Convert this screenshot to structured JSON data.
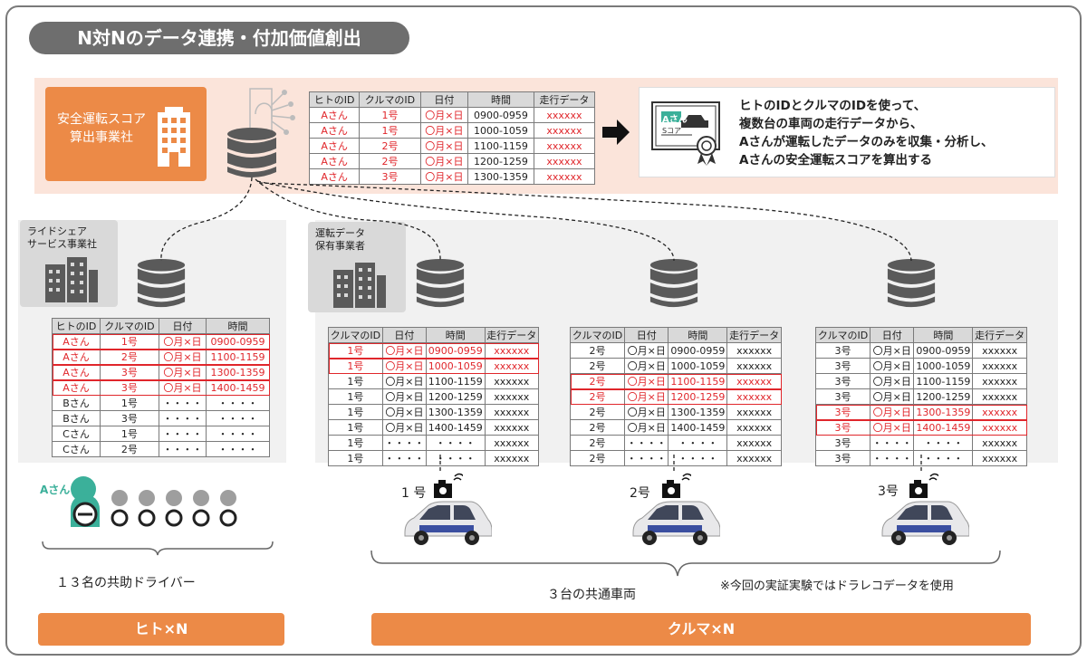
{
  "title": "N対Nのデータ連携・付加価値創出",
  "top": {
    "company": "安全運転スコア\n算出事業社",
    "table": {
      "headers": [
        "ヒトのID",
        "クルマのID",
        "日付",
        "時間",
        "走行データ"
      ],
      "rows": [
        [
          "Aさん",
          "1号",
          "〇月×日",
          "0900-0959",
          "xxxxxx"
        ],
        [
          "Aさん",
          "1号",
          "〇月×日",
          "1000-1059",
          "xxxxxx"
        ],
        [
          "Aさん",
          "2号",
          "〇月×日",
          "1100-1159",
          "xxxxxx"
        ],
        [
          "Aさん",
          "2号",
          "〇月×日",
          "1200-1259",
          "xxxxxx"
        ],
        [
          "Aさん",
          "3号",
          "〇月×日",
          "1300-1359",
          "xxxxxx"
        ]
      ]
    },
    "description": [
      "ヒトのIDとクルマのIDを使って、",
      "複数台の車両の走行データから、",
      "Aさんが運転したデータのみを収集・分析し、",
      "Aさんの安全運転スコアを算出する"
    ],
    "certificate_badge": "Aさん",
    "certificate_score": "Sコア"
  },
  "rideshare": {
    "label": "ライドシェア\nサービス事業社",
    "table": {
      "headers": [
        "ヒトのID",
        "クルマのID",
        "日付",
        "時間"
      ],
      "rows": [
        [
          "Aさん",
          "1号",
          "〇月×日",
          "0900-0959"
        ],
        [
          "Aさん",
          "2号",
          "〇月×日",
          "1100-1159"
        ],
        [
          "Aさん",
          "3号",
          "〇月×日",
          "1300-1359"
        ],
        [
          "Aさん",
          "3号",
          "〇月×日",
          "1400-1459"
        ],
        [
          "Bさん",
          "1号",
          "・・・・",
          "・・・・"
        ],
        [
          "Bさん",
          "3号",
          "・・・・",
          "・・・・"
        ],
        [
          "Cさん",
          "1号",
          "・・・・",
          "・・・・"
        ],
        [
          "Cさん",
          "2号",
          "・・・・",
          "・・・・"
        ]
      ],
      "highlight_rows": [
        0,
        1,
        2,
        3
      ]
    },
    "driver_badge": "Aさん",
    "drivers_caption": "１３名の共助ドライバー",
    "bar": "ヒト×N"
  },
  "vehicle_data": {
    "label": "運転データ\n保有事業者",
    "headers": [
      "クルマのID",
      "日付",
      "時間",
      "走行データ"
    ],
    "tables": [
      {
        "car_label": "1 号",
        "rows": [
          [
            "1号",
            "〇月×日",
            "0900-0959",
            "xxxxxx"
          ],
          [
            "1号",
            "〇月×日",
            "1000-1059",
            "xxxxxx"
          ],
          [
            "1号",
            "〇月×日",
            "1100-1159",
            "xxxxxx"
          ],
          [
            "1号",
            "〇月×日",
            "1200-1259",
            "xxxxxx"
          ],
          [
            "1号",
            "〇月×日",
            "1300-1359",
            "xxxxxx"
          ],
          [
            "1号",
            "〇月×日",
            "1400-1459",
            "xxxxxx"
          ],
          [
            "1号",
            "・・・・",
            "・・・・",
            "xxxxxx"
          ],
          [
            "1号",
            "・・・・",
            "・・・・",
            "xxxxxx"
          ]
        ],
        "highlight_rows": [
          0,
          1
        ]
      },
      {
        "car_label": "2号",
        "rows": [
          [
            "2号",
            "〇月×日",
            "0900-0959",
            "xxxxxx"
          ],
          [
            "2号",
            "〇月×日",
            "1000-1059",
            "xxxxxx"
          ],
          [
            "2号",
            "〇月×日",
            "1100-1159",
            "xxxxxx"
          ],
          [
            "2号",
            "〇月×日",
            "1200-1259",
            "xxxxxx"
          ],
          [
            "2号",
            "〇月×日",
            "1300-1359",
            "xxxxxx"
          ],
          [
            "2号",
            "〇月×日",
            "1400-1459",
            "xxxxxx"
          ],
          [
            "2号",
            "・・・・",
            "・・・・",
            "xxxxxx"
          ],
          [
            "2号",
            "・・・・",
            "・・・・",
            "xxxxxx"
          ]
        ],
        "highlight_rows": [
          2,
          3
        ]
      },
      {
        "car_label": "3号",
        "rows": [
          [
            "3号",
            "〇月×日",
            "0900-0959",
            "xxxxxx"
          ],
          [
            "3号",
            "〇月×日",
            "1000-1059",
            "xxxxxx"
          ],
          [
            "3号",
            "〇月×日",
            "1100-1159",
            "xxxxxx"
          ],
          [
            "3号",
            "〇月×日",
            "1200-1259",
            "xxxxxx"
          ],
          [
            "3号",
            "〇月×日",
            "1300-1359",
            "xxxxxx"
          ],
          [
            "3号",
            "〇月×日",
            "1400-1459",
            "xxxxxx"
          ],
          [
            "3号",
            "・・・・",
            "・・・・",
            "xxxxxx"
          ],
          [
            "3号",
            "・・・・",
            "・・・・",
            "xxxxxx"
          ]
        ],
        "highlight_rows": [
          4,
          5
        ]
      }
    ],
    "vehicles_caption": "３台の共通車両",
    "note": "※今回の実証実験ではドラレコデータを使用",
    "bar": "クルマ×N"
  },
  "colors": {
    "orange": "#ec8a47",
    "highlight": "#e0262b",
    "band": "#fbe4da",
    "title_bg": "#6e6e6e",
    "badge_green": "#3bb09a",
    "car_blue": "#3b4fa0"
  }
}
